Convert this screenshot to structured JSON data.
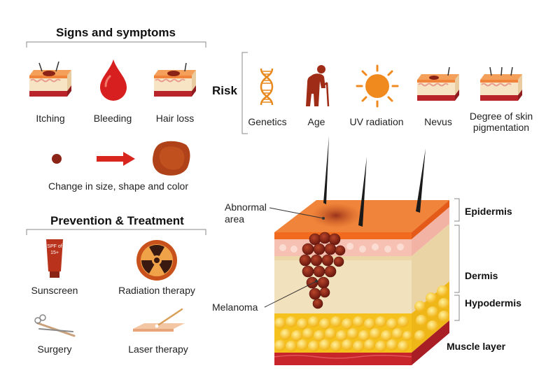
{
  "signs": {
    "title": "Signs and symptoms",
    "items": [
      "Itching",
      "Bleeding",
      "Hair loss"
    ],
    "change_caption": "Change in size, shape and color"
  },
  "risk": {
    "title": "Risk",
    "items": [
      "Genetics",
      "Age",
      "UV radiation",
      "Nevus"
    ],
    "pigmentation": [
      "Degree of skin",
      "pigmentation"
    ]
  },
  "prevention": {
    "title": "Prevention & Treatment",
    "items": [
      "Sunscreen",
      "Radiation therapy",
      "Surgery",
      "Laser therapy"
    ],
    "sunscreen_label": [
      "SPF of",
      "15+"
    ]
  },
  "skin": {
    "abnormal_area": [
      "Abnormal",
      "area"
    ],
    "melanoma": "Melanoma",
    "layers": [
      "Epidermis",
      "Dermis",
      "Hypodermis",
      "Muscle layer"
    ]
  },
  "colors": {
    "epidermis": "#f0843a",
    "dermis": "#f1e1bc",
    "fat": "#f5c21d",
    "muscle": "#c8252b",
    "melanoma": "#8b2417",
    "blood": "#d81f1f"
  }
}
